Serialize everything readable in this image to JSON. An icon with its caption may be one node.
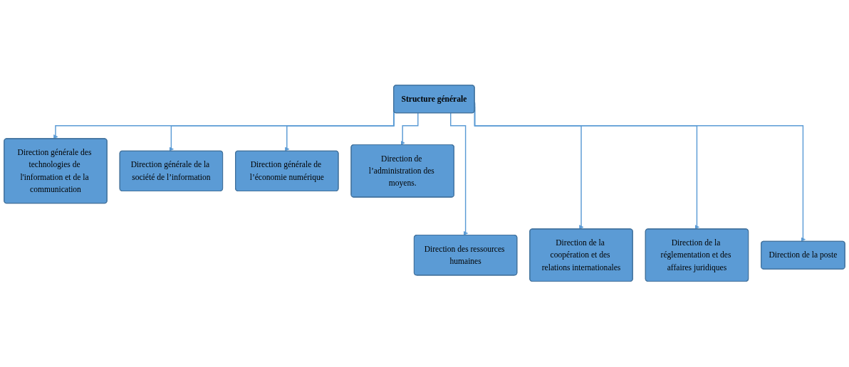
{
  "diagram": {
    "nodes": [
      {
        "text": [
          "Structure générale"
        ]
      },
      {
        "text": [
          "Direction générale des technologies de l'information et de la communication"
        ]
      },
      {
        "text": [
          "Direction générale de la société de l’information"
        ]
      },
      {
        "text": [
          "Direction générale de l’économie numérique"
        ]
      },
      {
        "text": [
          "Direction de l’administration des moyens."
        ]
      },
      {
        "text": [
          "Direction des ressources humaines"
        ]
      },
      {
        "text": [
          "Direction de la coopération et des relations internationales"
        ]
      },
      {
        "text": [
          "Direction de la réglementation et des affaires juridiques"
        ]
      },
      {
        "text": [
          "Direction de la poste"
        ]
      }
    ],
    "edges": [
      {
        "from": 0,
        "to": 1,
        "arrow": "to"
      },
      {
        "from": 0,
        "to": 2,
        "arrow": "to"
      },
      {
        "from": 0,
        "to": 3,
        "arrow": "to"
      },
      {
        "from": 0,
        "to": 4,
        "arrow": "to"
      },
      {
        "from": 0,
        "to": 5,
        "arrow": "to"
      },
      {
        "from": 0,
        "to": 6,
        "arrow": "to"
      },
      {
        "from": 0,
        "to": 7,
        "arrow": "to"
      },
      {
        "from": 0,
        "to": 8,
        "arrow": "to"
      }
    ]
  }
}
